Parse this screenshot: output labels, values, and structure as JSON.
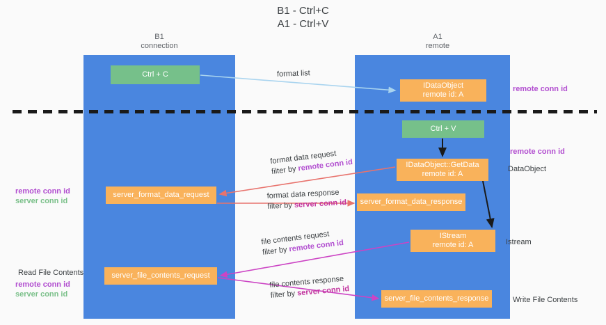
{
  "title": {
    "line1": "B1 - Ctrl+C",
    "line2": "A1 - Ctrl+V"
  },
  "lanes": [
    {
      "id": "b1",
      "name": "B1",
      "subtitle": "connection",
      "color": "#4a86df"
    },
    {
      "id": "a1",
      "name": "A1",
      "subtitle": "remote",
      "color": "#4a86df"
    }
  ],
  "nodes": {
    "ctrl_c": {
      "label": "Ctrl + C",
      "color": "#76c08a"
    },
    "idataobject": {
      "label": "IDataObject",
      "sublabel": "remote id: A",
      "color": "#f9b25b"
    },
    "ctrl_v": {
      "label": "Ctrl + V",
      "color": "#76c08a"
    },
    "getdata": {
      "label": "IDataObject::GetData",
      "sublabel": "remote id: A",
      "color": "#f9b25b"
    },
    "server_format_data_request": {
      "label": "server_format_data_request",
      "color": "#f9b25b"
    },
    "server_format_data_response": {
      "label": "server_format_data_response",
      "color": "#f9b25b"
    },
    "istream": {
      "label": "IStream",
      "sublabel": "remote id: A",
      "color": "#f9b25b"
    },
    "server_file_contents_request": {
      "label": "server_file_contents_request",
      "color": "#f9b25b"
    },
    "server_file_contents_response": {
      "label": "server_file_contents_response",
      "color": "#f9b25b"
    }
  },
  "edge_labels": {
    "format_list": {
      "text": "format list"
    },
    "format_data_request": {
      "text": "format data request",
      "filter_prefix": "filter by ",
      "filter_key": "remote conn id"
    },
    "format_data_response": {
      "text": "format data response",
      "filter_prefix": "filter by ",
      "filter_key": "server conn id"
    },
    "file_contents_request": {
      "text": "file contents request",
      "filter_prefix": "filter by ",
      "filter_key": "remote conn id"
    },
    "file_contents_response": {
      "text": "file contents response",
      "filter_prefix": "filter by ",
      "filter_key": "server conn id"
    }
  },
  "annotations": {
    "left_remote_conn_id": "remote conn id",
    "left_server_conn_id": "server conn id",
    "read_file_contents": "Read File Contents",
    "left_file_remote_conn_id": "remote conn id",
    "left_file_server_conn_id": "server conn id",
    "right_remote_conn_id_top": "remote conn id",
    "right_remote_conn_id_mid": "remote conn id",
    "right_dataobject": "DataObject",
    "right_istream": "Istream",
    "right_write_file_contents": "Write File Contents"
  },
  "colors": {
    "lane": "#4a86df",
    "green_node": "#76c08a",
    "orange_node": "#f9b25b",
    "highlight_remote": "#b24fd0",
    "highlight_server": "#c2339e",
    "annotation_green": "#7bc08a",
    "arrow_format_list": "#a9d4ef",
    "arrow_format_data": "#e8736d",
    "arrow_file_contents": "#cc44c4",
    "arrow_internal": "#1a1a1a",
    "divider": "#1a1a1a",
    "background": "#fafafa"
  }
}
